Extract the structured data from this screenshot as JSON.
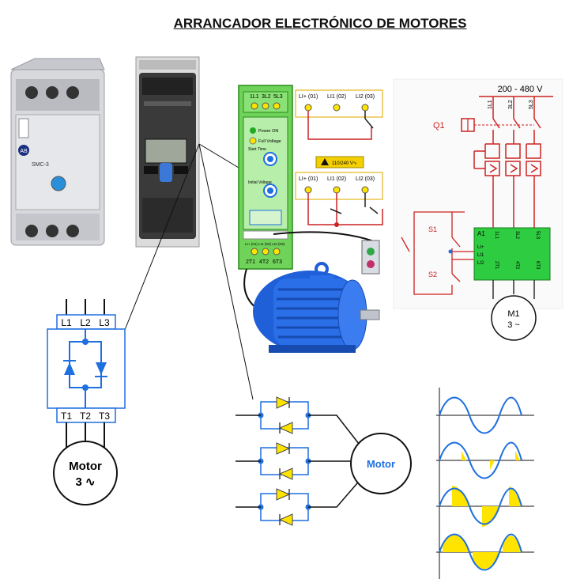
{
  "title": "ARRANCADOR ELECTRÓNICO DE MOTORES",
  "colors": {
    "device_green": "#2ecc40",
    "module_green": "#6fd35a",
    "triac_blue": "#1e6fe0",
    "motor_blue": "#1f5fd8",
    "circuit_red": "#cc2222",
    "box_border": "#e8c54a",
    "wave_yellow": "#ffe400"
  },
  "product_photo_1": {
    "brand": "AB",
    "model": "SMC-3"
  },
  "module": {
    "top_terminals": [
      "1L1",
      "3L2",
      "5L3"
    ],
    "leds": [
      "Power ON",
      "Full Voltage"
    ],
    "knob1_label": "Start Time",
    "knob2_label": "Initial Voltage",
    "bottom_control": "LI+ (01) LI1 (02) LI2 (03)",
    "bottom_terminals": [
      "2T1",
      "4T2",
      "6T3"
    ]
  },
  "control_box_1": {
    "terminals": [
      "LI+ (01)",
      "LI1 (02)",
      "LI2 (03)"
    ]
  },
  "warning_label": "110/240 V∿",
  "control_box_2": {
    "terminals": [
      "LI+ (01)",
      "LI1 (02)",
      "LI2 (03)"
    ]
  },
  "power_schematic": {
    "voltage": "200 - 480 V",
    "lines": [
      "1L1",
      "3L2",
      "5L3"
    ],
    "breaker": "Q1",
    "switches": [
      "S1",
      "S2"
    ],
    "block_label": "A1",
    "inputs": [
      "LI+",
      "LI1",
      "LI2"
    ],
    "top_terminals": [
      "1L1",
      "3L2",
      "5L3"
    ],
    "bottom_terminals": [
      "2T1",
      "4T2",
      "6T3"
    ],
    "motor_line1": "M1",
    "motor_line2": "3 ~"
  },
  "left_schematic": {
    "inputs": [
      "L1",
      "L2",
      "L3"
    ],
    "outputs": [
      "T1",
      "T2",
      "T3"
    ],
    "motor_line1": "Motor",
    "motor_line2": "3 ∿"
  },
  "thyristor_diagram": {
    "motor_label": "Motor"
  }
}
